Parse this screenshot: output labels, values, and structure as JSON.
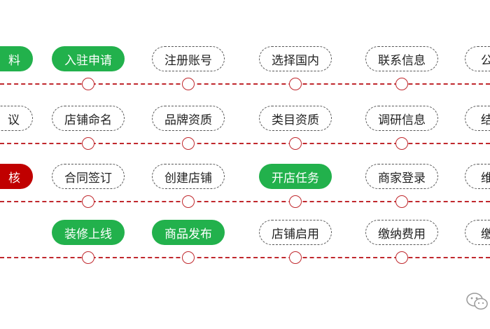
{
  "rows": [
    {
      "steps": [
        {
          "label": "料",
          "style": "green"
        },
        {
          "label": "入驻申请",
          "style": "green"
        },
        {
          "label": "注册账号",
          "style": "outline"
        },
        {
          "label": "选择国内",
          "style": "outline"
        },
        {
          "label": "联系信息",
          "style": "outline"
        },
        {
          "label": "公",
          "style": "outline"
        }
      ]
    },
    {
      "steps": [
        {
          "label": "议",
          "style": "outline"
        },
        {
          "label": "店铺命名",
          "style": "outline"
        },
        {
          "label": "品牌资质",
          "style": "outline"
        },
        {
          "label": "类目资质",
          "style": "outline"
        },
        {
          "label": "调研信息",
          "style": "outline"
        },
        {
          "label": "结",
          "style": "outline"
        }
      ]
    },
    {
      "steps": [
        {
          "label": "核",
          "style": "red"
        },
        {
          "label": "合同签订",
          "style": "outline"
        },
        {
          "label": "创建店铺",
          "style": "outline"
        },
        {
          "label": "开店任务",
          "style": "green"
        },
        {
          "label": "商家登录",
          "style": "outline"
        },
        {
          "label": "维",
          "style": "outline"
        }
      ]
    },
    {
      "steps": [
        {
          "label": "",
          "style": "none"
        },
        {
          "label": "装修上线",
          "style": "green"
        },
        {
          "label": "商品发布",
          "style": "green"
        },
        {
          "label": "店铺启用",
          "style": "outline"
        },
        {
          "label": "缴纳费用",
          "style": "outline"
        },
        {
          "label": "缴",
          "style": "outline"
        }
      ]
    }
  ],
  "colors": {
    "green": "#22b14c",
    "red": "#c00000",
    "track": "#c0282d",
    "outline": "#555555"
  },
  "icons": {
    "watermark": "wechat-icon"
  }
}
